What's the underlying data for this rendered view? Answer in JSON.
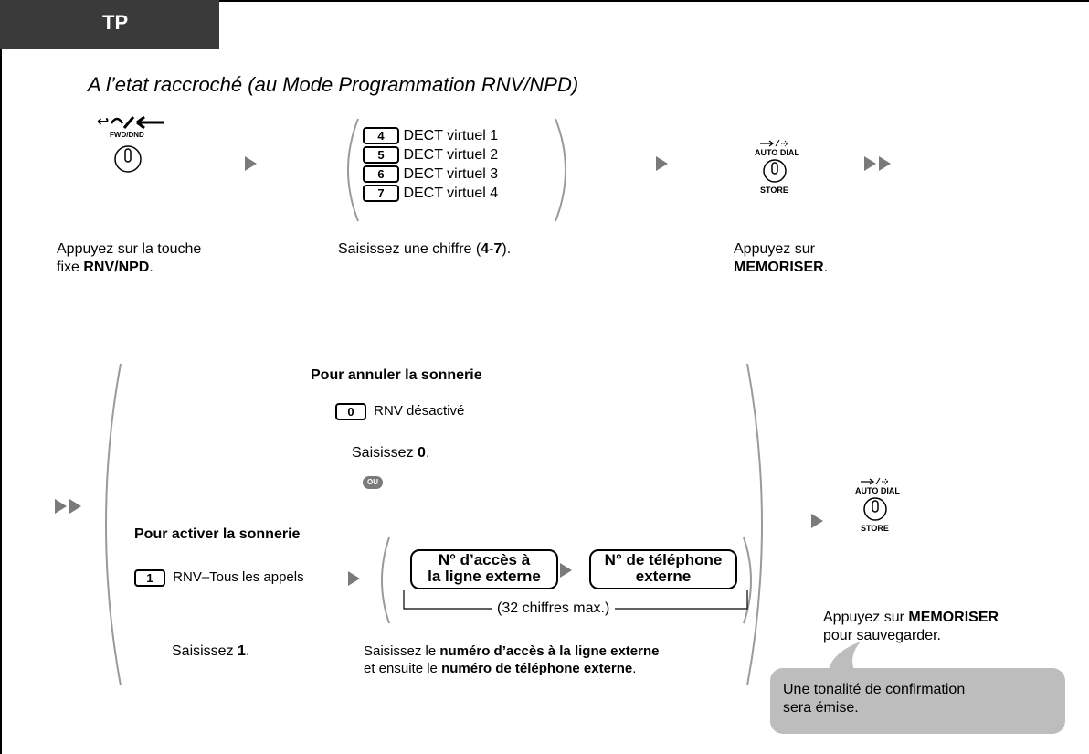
{
  "tab": {
    "label": "TP"
  },
  "heading": "A l’etat raccroché (au Mode Programmation RNV/NPD)",
  "step1": {
    "button_label": "FWD/DND",
    "desc_prefix": "Appuyez sur la touche",
    "desc_line2_prefix": "fixe ",
    "desc_bold": "RNV/NPD",
    "desc_suffix": "."
  },
  "step2": {
    "options": [
      {
        "key": "4",
        "label": "DECT virtuel 1"
      },
      {
        "key": "5",
        "label": "DECT virtuel 2"
      },
      {
        "key": "6",
        "label": "DECT virtuel 3"
      },
      {
        "key": "7",
        "label": "DECT virtuel 4"
      }
    ],
    "desc_prefix": "Saisissez une chiffre (",
    "desc_b1": "4",
    "desc_dash": "-",
    "desc_b2": "7",
    "desc_suffix": ")."
  },
  "store_button": {
    "top_label": "AUTO DIAL",
    "bottom_label": "STORE"
  },
  "step3": {
    "desc_line1": "Appuyez sur",
    "desc_bold": "MEMORISER",
    "desc_suffix": "."
  },
  "cancel": {
    "title": "Pour annuler la sonnerie",
    "key": "0",
    "label": "RNV désactivé",
    "desc_prefix": "Saisissez ",
    "desc_bold": "0",
    "desc_suffix": "."
  },
  "or_badge": "OU",
  "activate": {
    "title": "Pour activer la sonnerie",
    "key": "1",
    "label": "RNV–Tous les appels",
    "desc_prefix": "Saisissez ",
    "desc_bold": "1",
    "desc_suffix": "."
  },
  "boxes": {
    "access_line1": "N° d’accès à",
    "access_line2": "la ligne externe",
    "phone_line1": "N° de téléphone",
    "phone_line2": "externe",
    "max_note": "(32 chiffres max.)"
  },
  "enter_desc": {
    "l1_prefix": "Saisissez le ",
    "l1_bold": "numéro d’accès à la ligne externe",
    "l2_prefix": "et ensuite le ",
    "l2_bold": "numéro de téléphone externe",
    "l2_suffix": "."
  },
  "final": {
    "desc_prefix": "Appuyez sur ",
    "desc_bold": "MEMORISER",
    "desc_line2": "pour sauvegarder."
  },
  "bubble": {
    "text_line1": "Une tonalité de confirmation",
    "text_line2": "sera émise."
  },
  "colors": {
    "tab_bg": "#3a3a3a",
    "arrow": "#7a7a7a",
    "bubble_bg": "#bdbdbd",
    "bracket": "#9a9a9a"
  }
}
